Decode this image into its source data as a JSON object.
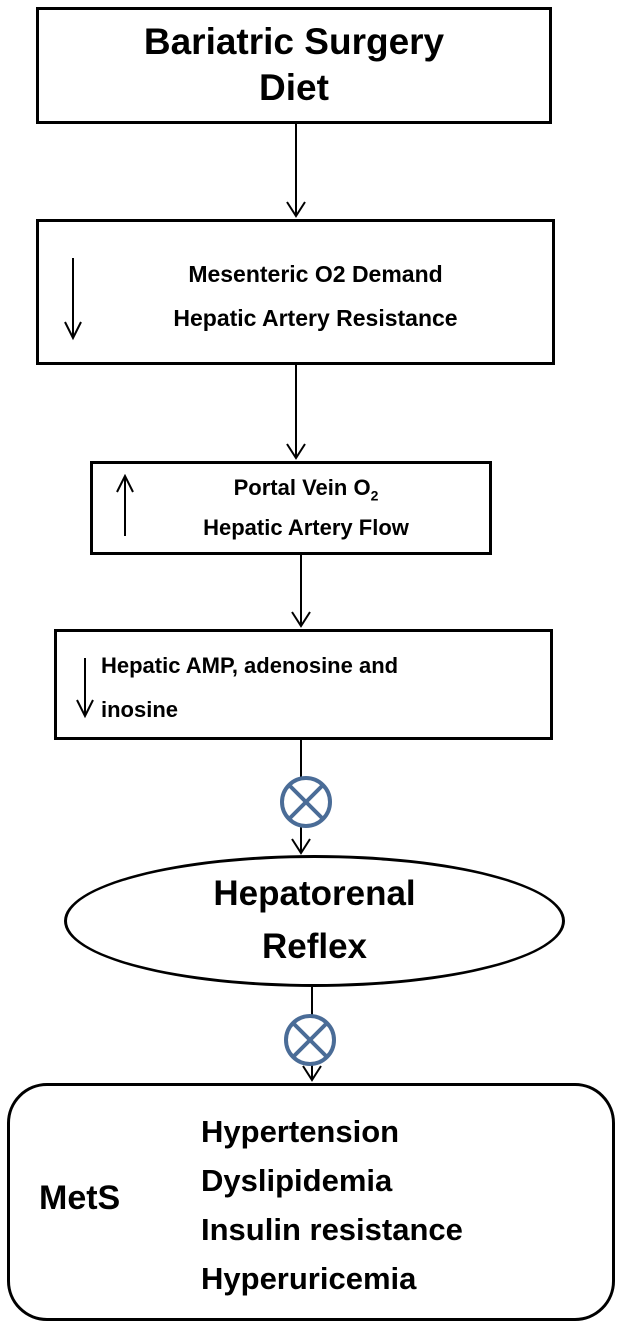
{
  "nodes": {
    "top": {
      "line1": "Bariatric Surgery",
      "line2": "Diet"
    },
    "second": {
      "direction": "down",
      "line1": "Mesenteric O2 Demand",
      "line2": "Hepatic Artery Resistance"
    },
    "third": {
      "direction": "up",
      "line1_text": "Portal Vein O",
      "line1_subscript": "2",
      "line2": "Hepatic Artery Flow"
    },
    "fourth": {
      "direction": "down",
      "line1": "Hepatic  AMP, adenosine and",
      "line2": "inosine"
    },
    "reflex": {
      "line1": "Hepatorenal",
      "line2": "Reflex"
    },
    "mets": {
      "label": "MetS",
      "items": [
        "Hypertension",
        "Dyslipidemia",
        "Insulin resistance",
        "Hyperuricemia"
      ]
    }
  },
  "colors": {
    "inhibit_symbol": "#4a6c97",
    "line": "#000000"
  },
  "icons": {
    "inhibit": "circle-x-inhibit-icon",
    "down": "down-arrow-icon",
    "up": "up-arrow-icon"
  }
}
